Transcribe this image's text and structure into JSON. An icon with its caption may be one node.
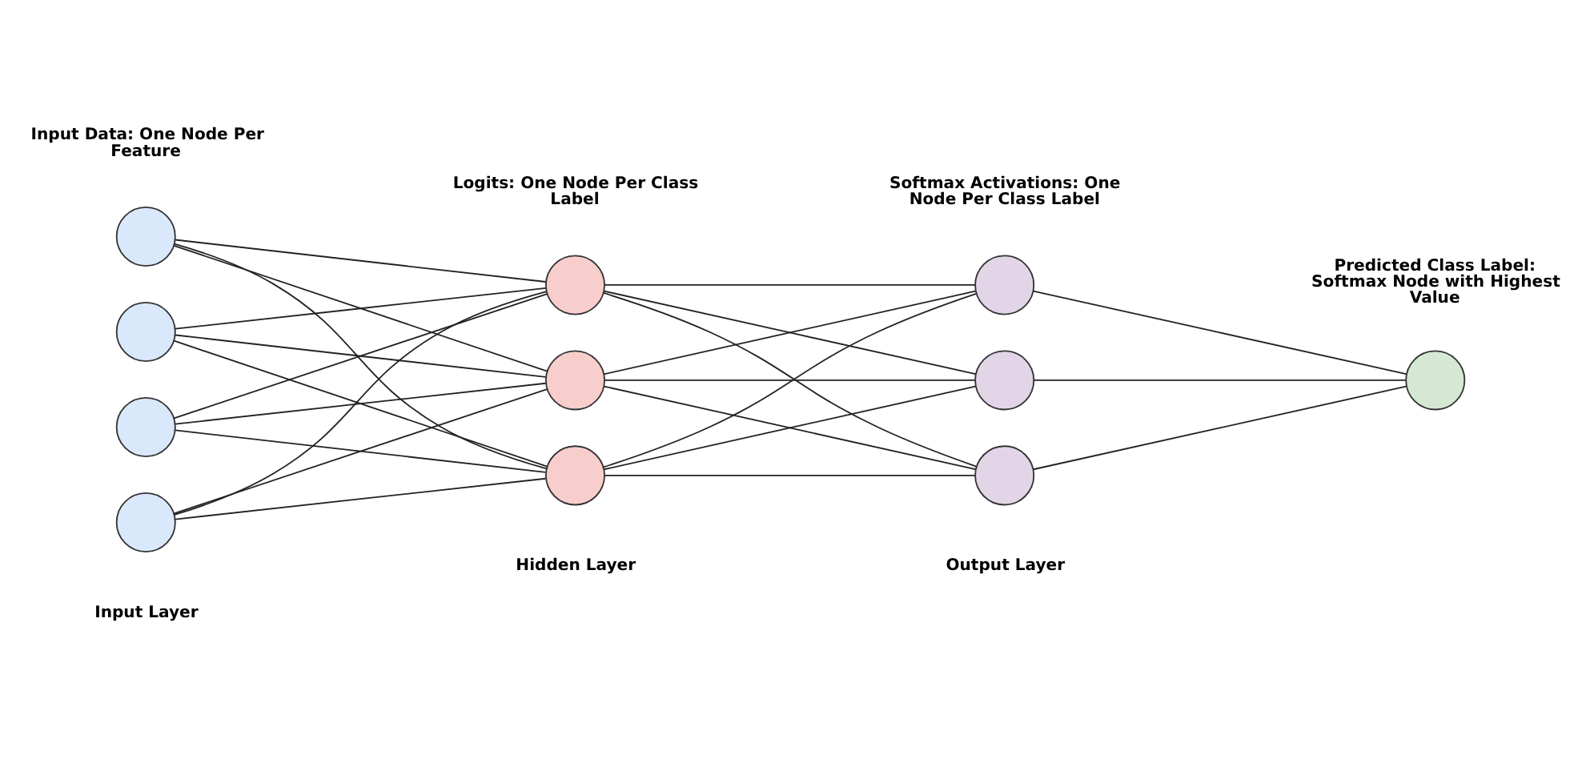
{
  "diagram": {
    "nodes": [
      {
        "text": [],
        "shape": "circle"
      },
      {
        "text": [],
        "shape": "circle"
      },
      {
        "text": [],
        "shape": "circle"
      },
      {
        "text": [],
        "shape": "circle"
      },
      {
        "text": [],
        "shape": "circle"
      },
      {
        "text": [],
        "shape": "circle"
      },
      {
        "text": [],
        "shape": "circle"
      },
      {
        "text": [],
        "shape": "circle"
      },
      {
        "text": [],
        "shape": "circle"
      },
      {
        "text": [],
        "shape": "circle"
      },
      {
        "text": [],
        "shape": "circle",
        "beside": [
          "Predicted Class Label: Softmax Node with Highest Value"
        ]
      }
    ],
    "edges": [
      {
        "from": 0,
        "to": 4,
        "arrow": "none"
      },
      {
        "from": 0,
        "to": 5,
        "arrow": "none"
      },
      {
        "from": 0,
        "to": 6,
        "arrow": "none"
      },
      {
        "from": 1,
        "to": 4,
        "arrow": "none"
      },
      {
        "from": 1,
        "to": 5,
        "arrow": "none"
      },
      {
        "from": 1,
        "to": 6,
        "arrow": "none"
      },
      {
        "from": 2,
        "to": 4,
        "arrow": "none"
      },
      {
        "from": 2,
        "to": 5,
        "arrow": "none"
      },
      {
        "from": 2,
        "to": 6,
        "arrow": "none"
      },
      {
        "from": 3,
        "to": 4,
        "arrow": "none"
      },
      {
        "from": 3,
        "to": 5,
        "arrow": "none"
      },
      {
        "from": 3,
        "to": 6,
        "arrow": "none"
      },
      {
        "from": 4,
        "to": 7,
        "arrow": "none"
      },
      {
        "from": 4,
        "to": 8,
        "arrow": "none"
      },
      {
        "from": 4,
        "to": 9,
        "arrow": "none"
      },
      {
        "from": 5,
        "to": 7,
        "arrow": "none"
      },
      {
        "from": 5,
        "to": 8,
        "arrow": "none"
      },
      {
        "from": 5,
        "to": 9,
        "arrow": "none"
      },
      {
        "from": 6,
        "to": 7,
        "arrow": "none"
      },
      {
        "from": 6,
        "to": 8,
        "arrow": "none"
      },
      {
        "from": 6,
        "to": 9,
        "arrow": "none"
      },
      {
        "from": 7,
        "to": 10,
        "arrow": "none"
      },
      {
        "from": 8,
        "to": 10,
        "arrow": "none"
      },
      {
        "from": 9,
        "to": 10,
        "arrow": "none"
      }
    ],
    "labels": [
      "Input Data: One Node Per Feature",
      "Logits: One Node Per Class Label",
      "Softmax Activations: One Node Per Class Label",
      "Hidden Layer",
      "Output Layer",
      "Input Layer"
    ]
  }
}
